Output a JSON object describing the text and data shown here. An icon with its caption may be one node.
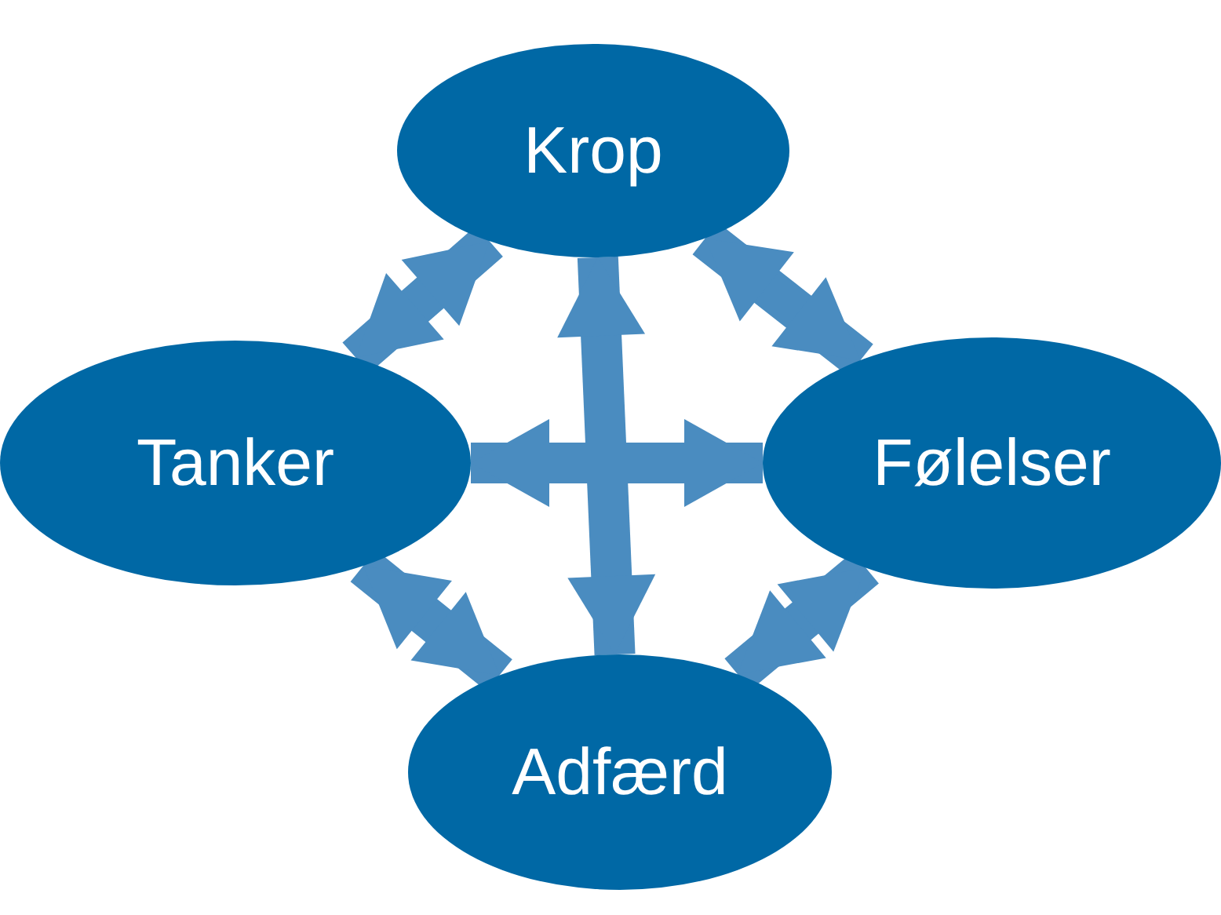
{
  "diagram": {
    "nodes": [
      {
        "text": [
          "Krop"
        ]
      },
      {
        "text": [
          "Tanker"
        ]
      },
      {
        "text": [
          "Følelser"
        ]
      },
      {
        "text": [
          "Adfærd"
        ]
      }
    ],
    "edges": [
      {
        "from": 1,
        "to": 0,
        "arrow": "both"
      },
      {
        "from": 0,
        "to": 2,
        "arrow": "both"
      },
      {
        "from": 1,
        "to": 3,
        "arrow": "both"
      },
      {
        "from": 2,
        "to": 3,
        "arrow": "both"
      },
      {
        "from": 0,
        "to": 3,
        "arrow": "both"
      },
      {
        "from": 1,
        "to": 2,
        "arrow": "both"
      }
    ]
  }
}
